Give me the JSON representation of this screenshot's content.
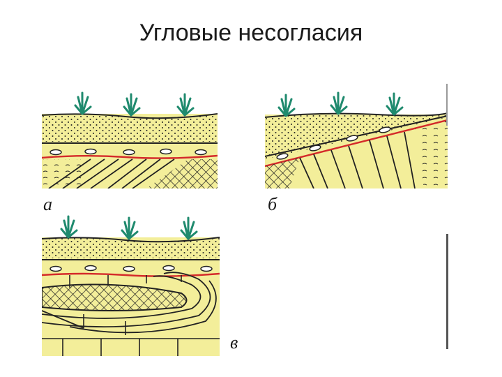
{
  "title": "Угловые несогласия",
  "panels": [
    {
      "label": "а"
    },
    {
      "label": "б"
    },
    {
      "label": "в"
    }
  ],
  "colors": {
    "sand": "#f3ee9a",
    "outline": "#1c1c1c",
    "contact_line": "#d42a2a",
    "plant": "#1f8a6e",
    "pebble_fill": "#ffffff"
  }
}
